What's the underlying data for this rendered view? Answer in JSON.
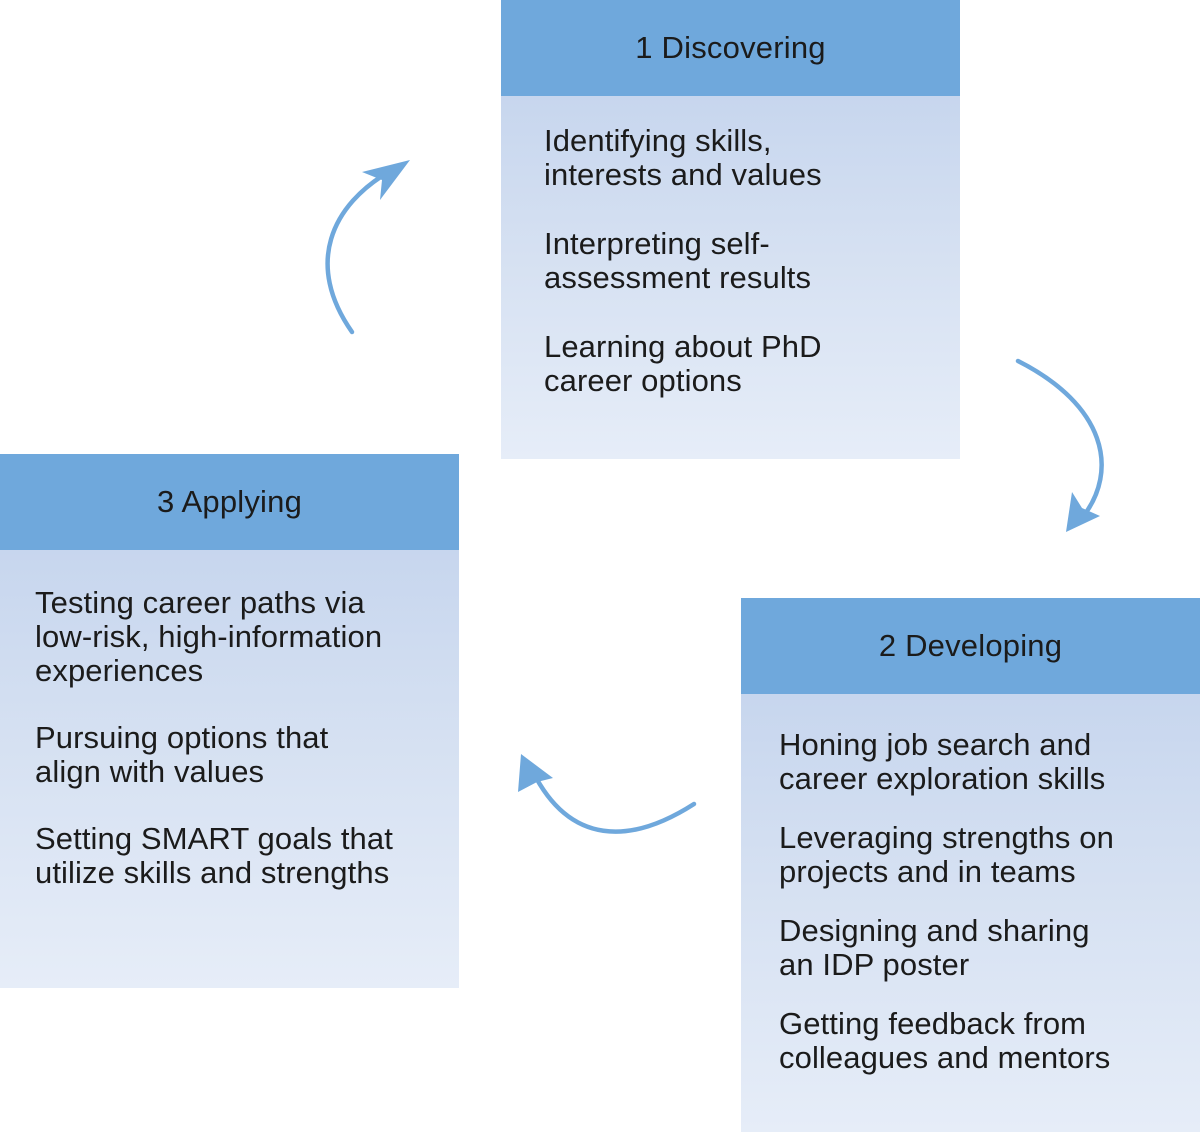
{
  "stages": [
    {
      "title": "1 Discovering",
      "items": [
        "Identifying skills,\ninterests and values",
        "Interpreting self-\nassessment results",
        "Learning about PhD\ncareer options"
      ]
    },
    {
      "title": "2 Developing",
      "items": [
        "Honing job search and\ncareer exploration skills",
        "Leveraging strengths on\nprojects and in teams",
        "Designing and sharing\nan IDP poster",
        "Getting feedback from\ncolleagues and mentors"
      ]
    },
    {
      "title": "3 Applying",
      "items": [
        "Testing career paths via\nlow-risk, high-information\nexperiences",
        "Pursuing options that\nalign with values",
        "Setting SMART goals that\nutilize skills and strengths"
      ]
    }
  ],
  "colors": {
    "header": "#6fa8dc",
    "body_top": "#c7d6ee",
    "body_bottom": "#e6edf8",
    "arrow": "#6fa8dc",
    "text": "#1b1b1b"
  },
  "icons": [
    "curved-arrow-icon"
  ]
}
